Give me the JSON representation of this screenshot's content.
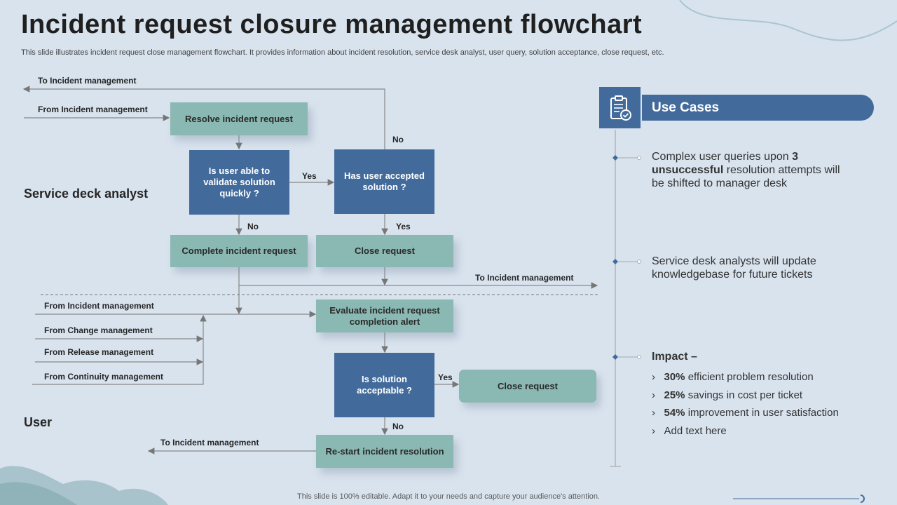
{
  "title": "Incident request closure management flowchart",
  "subtitle": "This slide illustrates incident request close management flowchart. It provides information about incident resolution, service desk analyst, user query, solution acceptance, close request, etc.",
  "lanes": {
    "analyst": "Service deck analyst",
    "user": "User"
  },
  "labels": {
    "to_incident_top": "To Incident management",
    "from_incident_top": "From Incident management",
    "no_top": "No",
    "yes_mid": "Yes",
    "no_mid": "No",
    "yes_mid2": "Yes",
    "to_incident_mid": "To Incident management",
    "from_incident_low": "From Incident management",
    "from_change": "From Change management",
    "from_release": "From Release management",
    "from_continuity": "From Continuity  management",
    "yes_low": "Yes",
    "no_low": "No",
    "to_incident_bottom": "To Incident management"
  },
  "nodes": {
    "resolve": "Resolve incident request",
    "validate": "Is user able to validate solution quickly ?",
    "accepted": "Has user accepted solution  ?",
    "complete": "Complete incident request",
    "close1": "Close request",
    "evaluate": "Evaluate incident request completion alert",
    "acceptable": "Is solution acceptable ?",
    "close2": "Close request",
    "restart": "Re-start  incident resolution"
  },
  "use_cases": {
    "heading": "Use Cases",
    "item1": {
      "pre": "Complex user queries upon ",
      "bold1": "3 unsuccessful",
      "post": " resolution attempts will be shifted to manager desk"
    },
    "item2": "Service desk analysts  will update knowledgebase for future tickets",
    "impact_heading": "Impact –",
    "impacts": [
      {
        "bold": "30%",
        "text": " efficient problem resolution"
      },
      {
        "bold": "25%",
        "text": " savings in cost per ticket"
      },
      {
        "bold": "54%",
        "text": " improvement in  user satisfaction"
      },
      {
        "bold": "",
        "text": "Add text here"
      }
    ]
  },
  "footer": "This slide is 100% editable. Adapt it to your needs and capture your audience's attention.",
  "colors": {
    "teal": "#8ab8b2",
    "blue": "#426b9b",
    "background": "#d9e3ee"
  },
  "icons": [
    "clipboard-check-icon"
  ]
}
